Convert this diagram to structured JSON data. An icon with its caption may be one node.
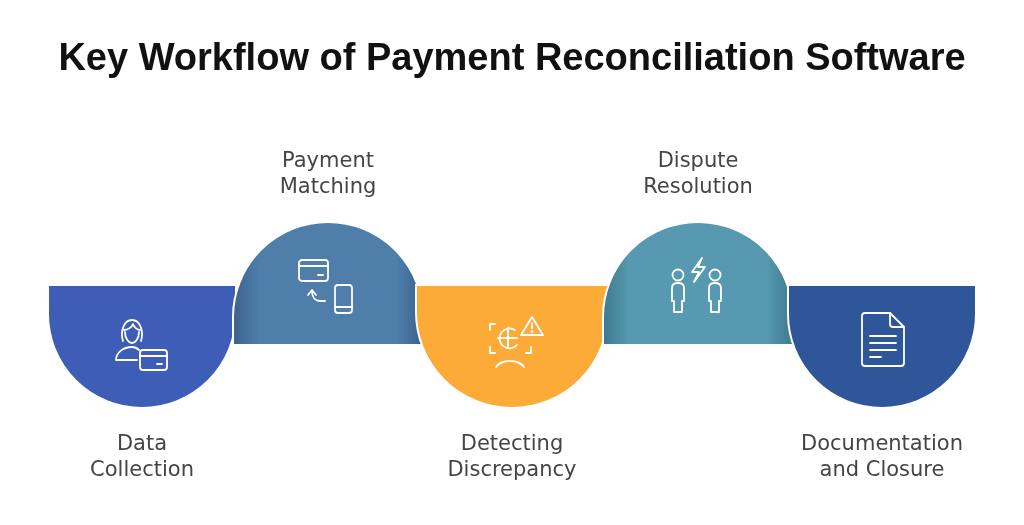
{
  "diagram": {
    "title": "Key Workflow of Payment Reconciliation Software",
    "nodes": [
      {
        "text": [
          "Data Collection"
        ]
      },
      {
        "text": [
          "Payment Matching"
        ]
      },
      {
        "text": [
          "Detecting Discrepancy"
        ]
      },
      {
        "text": [
          "Dispute Resolution"
        ]
      },
      {
        "text": [
          "Documentation and Closure"
        ]
      }
    ]
  }
}
